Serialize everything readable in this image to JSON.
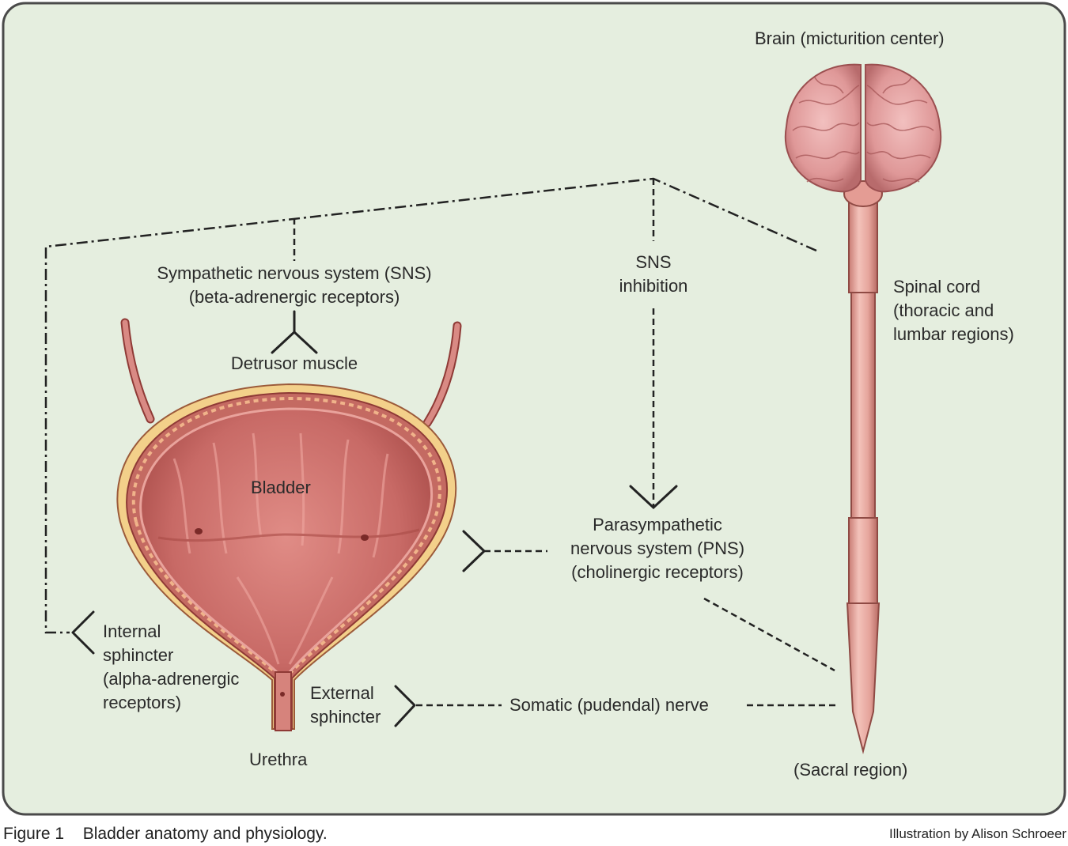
{
  "labels": {
    "brain": "Brain (micturition center)",
    "spinal_cord": [
      "Spinal cord",
      "(thoracic and",
      "lumbar regions)"
    ],
    "sns": [
      "Sympathetic nervous system (SNS)",
      "(beta-adrenergic receptors)"
    ],
    "detrusor": "Detrusor muscle",
    "sns_inhibition": [
      "SNS",
      "inhibition"
    ],
    "bladder": "Bladder",
    "pns": [
      "Parasympathetic",
      "nervous system (PNS)",
      "(cholinergic receptors)"
    ],
    "internal_sphincter": [
      "Internal",
      "sphincter",
      "(alpha-adrenergic",
      "receptors)"
    ],
    "external_sphincter": [
      "External",
      "sphincter"
    ],
    "somatic": "Somatic (pudendal) nerve",
    "urethra": "Urethra",
    "sacral": "(Sacral region)"
  },
  "caption": {
    "figure": "Figure 1",
    "title": "Bladder anatomy and physiology."
  },
  "credit": "Illustration by Alison Schroeer",
  "colors": {
    "background": "#e5eedf",
    "border": "#4a4a4a",
    "tissue": "#cf7c74",
    "tissue_dark": "#8f3a36",
    "fat_layer": "#f3d08a",
    "spinal_cord": "#e9a9a1",
    "brain": "#e4a0a0"
  }
}
